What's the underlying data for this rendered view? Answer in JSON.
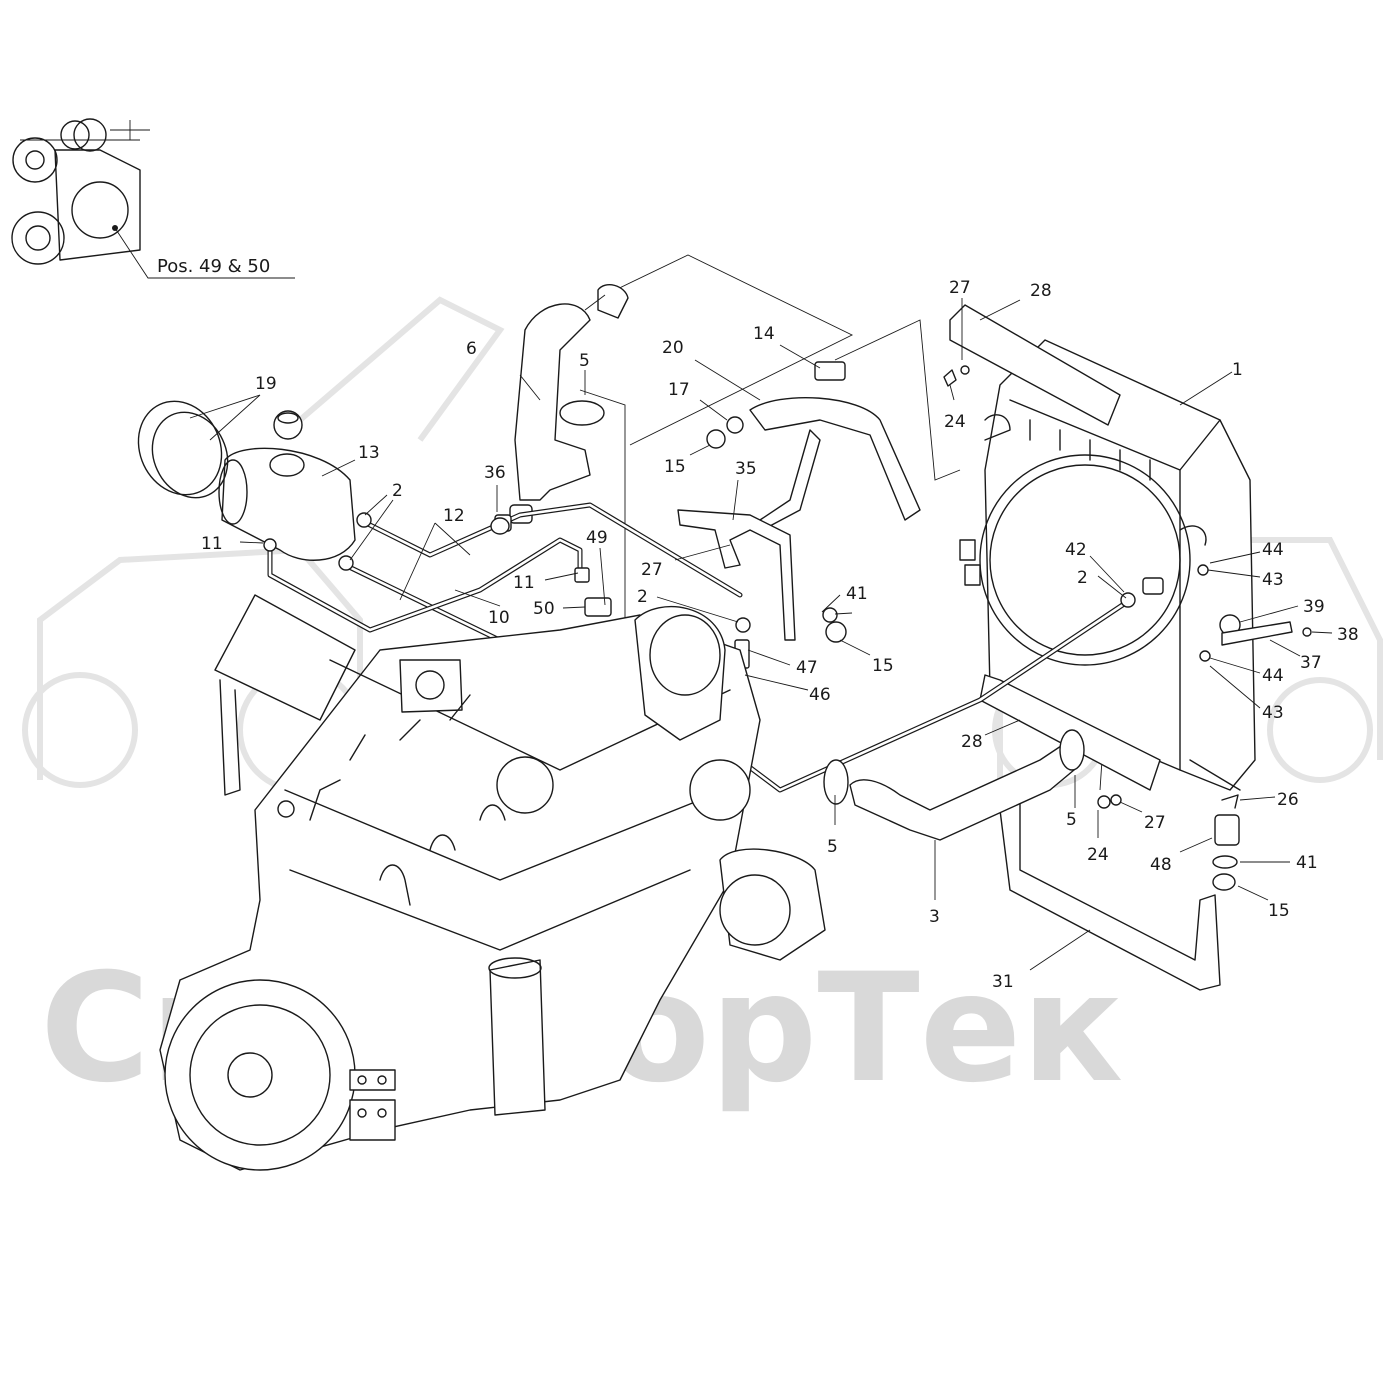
{
  "watermark": {
    "text": "СкайФорТек"
  },
  "inset": {
    "label": "Pos. 49 & 50"
  },
  "callouts": [
    "1",
    "2",
    "2",
    "2",
    "3",
    "5",
    "5",
    "5",
    "6",
    "10",
    "11",
    "11",
    "12",
    "13",
    "14",
    "15",
    "15",
    "15",
    "17",
    "19",
    "20",
    "24",
    "24",
    "26",
    "27",
    "27",
    "27",
    "28",
    "28",
    "31",
    "35",
    "36",
    "37",
    "38",
    "39",
    "41",
    "41",
    "42",
    "43",
    "43",
    "44",
    "44",
    "46",
    "47",
    "48",
    "49",
    "50"
  ],
  "colors": {
    "line": "#1a1a1a",
    "watermark": "#d9d9d9",
    "background": "#ffffff"
  }
}
